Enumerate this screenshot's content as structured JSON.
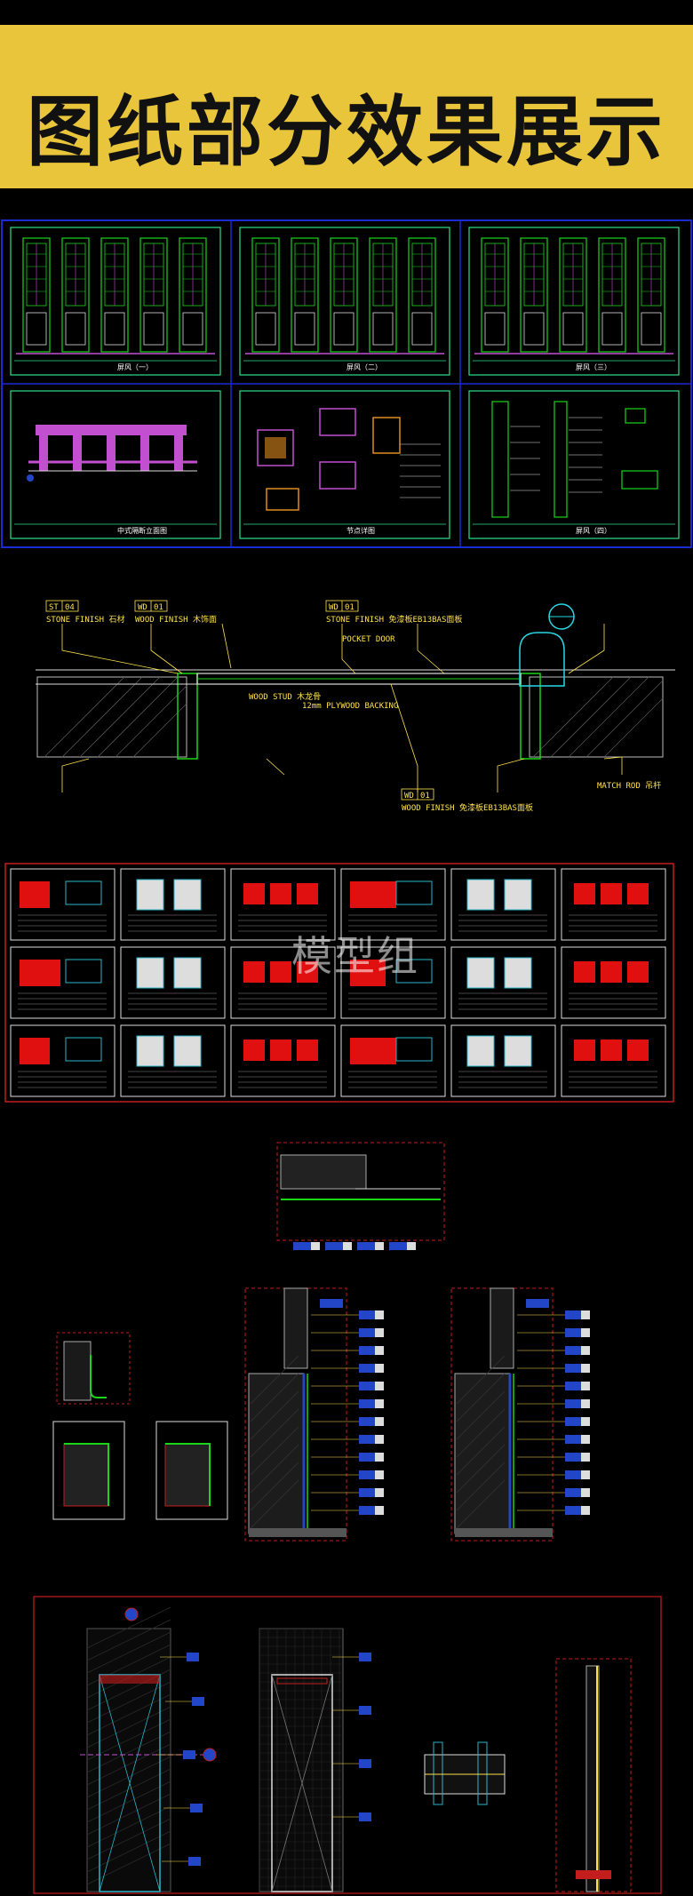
{
  "banner": {
    "title": "图纸部分效果展示"
  },
  "watermark": "模型组",
  "sheets_top": [
    {
      "caption": "屏风（一）",
      "kind": "doors"
    },
    {
      "caption": "屏风（二）",
      "kind": "doors"
    },
    {
      "caption": "屏风（三）",
      "kind": "doors"
    },
    {
      "caption": "中式隔断立面图",
      "kind": "frame"
    },
    {
      "caption": "节点详图",
      "kind": "details"
    },
    {
      "caption": "屏风（四）",
      "kind": "section"
    }
  ],
  "section_drawing": {
    "tags": [
      {
        "code": "ST",
        "num": "04",
        "text": "STONE FINISH 石材"
      },
      {
        "code": "WD",
        "num": "01",
        "text": "WOOD FINISH 木饰面"
      },
      {
        "code": "WD",
        "num": "01",
        "text": "STONE FINISH 免漆板EB13BAS面板"
      },
      {
        "code": "WD",
        "num": "01",
        "text": "WOOD FINISH 免漆板EB13BAS面板"
      }
    ],
    "notes": [
      "12mm PLYWOOD BACKING",
      "WOOD STUD 木龙骨",
      "POCKET DOOR",
      "MATCH ROD 吊杆"
    ]
  },
  "thumb_grid_rows": 3,
  "thumb_grid_cols": 6
}
